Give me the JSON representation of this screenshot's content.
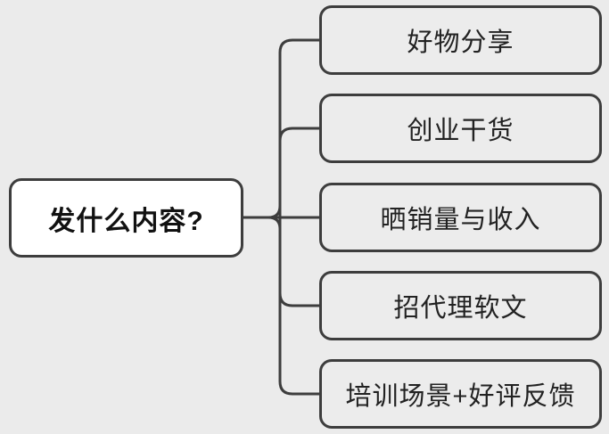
{
  "diagram": {
    "type": "mindmap",
    "root": {
      "label": "发什么内容?"
    },
    "children": [
      {
        "label": "好物分享"
      },
      {
        "label": "创业干货"
      },
      {
        "label": "晒销量与收入"
      },
      {
        "label": "招代理软文"
      },
      {
        "label": "培训场景+好评反馈"
      }
    ],
    "colors": {
      "background": "#ebebeb",
      "stroke": "#3d3d3d",
      "root_fill": "#ffffff",
      "child_fill": "#ececec",
      "root_text": "#111111",
      "child_text": "#222222"
    }
  }
}
